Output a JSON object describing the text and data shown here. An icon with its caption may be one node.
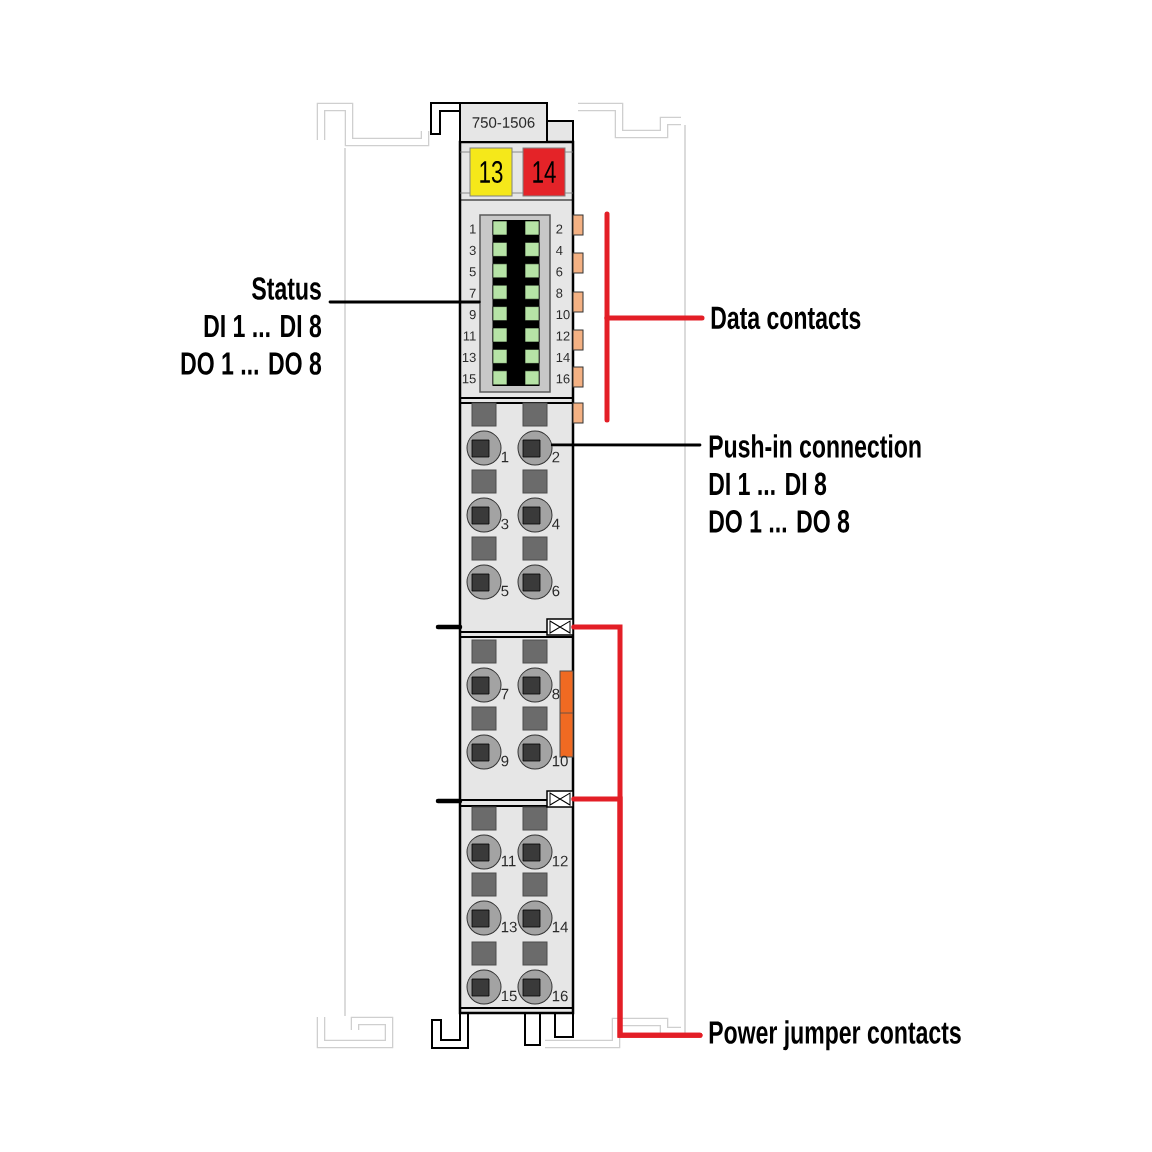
{
  "diagram": {
    "nodes": [
      {
        "text": [
          "750-1506"
        ]
      },
      {
        "text": [
          "13"
        ]
      },
      {
        "text": [
          "14"
        ]
      },
      {
        "text": [
          "Status",
          "DI 1 ... DI 8",
          "DO 1 ... DO 8"
        ]
      },
      {
        "text": [],
        "shape": "box",
        "beside": [
          "1",
          "2",
          "3",
          "4",
          "5",
          "6",
          "7",
          "8",
          "9",
          "10",
          "11",
          "12",
          "13",
          "14",
          "15",
          "16"
        ]
      },
      {
        "text": [
          "Data contacts"
        ]
      },
      {
        "text": [
          "Push-in connection",
          "DI 1 ... DI 8",
          "DO 1 ... DO 8"
        ]
      },
      {
        "text": [],
        "shape": "circle",
        "beside": [
          "1"
        ]
      },
      {
        "text": [],
        "shape": "circle",
        "beside": [
          "2"
        ]
      },
      {
        "text": [],
        "shape": "circle",
        "beside": [
          "3"
        ]
      },
      {
        "text": [],
        "shape": "circle",
        "beside": [
          "4"
        ]
      },
      {
        "text": [],
        "shape": "circle",
        "beside": [
          "5"
        ]
      },
      {
        "text": [],
        "shape": "circle",
        "beside": [
          "6"
        ]
      },
      {
        "text": [],
        "shape": "box"
      },
      {
        "text": [],
        "shape": "circle",
        "beside": [
          "7"
        ]
      },
      {
        "text": [],
        "shape": "circle",
        "beside": [
          "8"
        ]
      },
      {
        "text": [],
        "shape": "circle",
        "beside": [
          "9"
        ]
      },
      {
        "text": [],
        "shape": "circle",
        "beside": [
          "10"
        ]
      },
      {
        "text": [],
        "shape": "box"
      },
      {
        "text": [],
        "shape": "circle",
        "beside": [
          "11"
        ]
      },
      {
        "text": [],
        "shape": "circle",
        "beside": [
          "12"
        ]
      },
      {
        "text": [],
        "shape": "circle",
        "beside": [
          "13"
        ]
      },
      {
        "text": [],
        "shape": "circle",
        "beside": [
          "14"
        ]
      },
      {
        "text": [],
        "shape": "circle",
        "beside": [
          "15"
        ]
      },
      {
        "text": [],
        "shape": "circle",
        "beside": [
          "16"
        ]
      },
      {
        "text": [
          "Power jumper contacts"
        ]
      }
    ],
    "edges": [
      {
        "from": 3,
        "to": 4,
        "arrow": "none",
        "color": "#000000"
      },
      {
        "from": 5,
        "to": null,
        "arrow": "none",
        "color": "#e31e26"
      },
      {
        "from": 6,
        "to": 8,
        "arrow": "none",
        "color": "#000000"
      },
      {
        "from": 25,
        "to": 13,
        "arrow": "none",
        "color": "#e31e26"
      },
      {
        "from": 25,
        "to": 18,
        "arrow": "none",
        "color": "#e31e26"
      }
    ]
  }
}
